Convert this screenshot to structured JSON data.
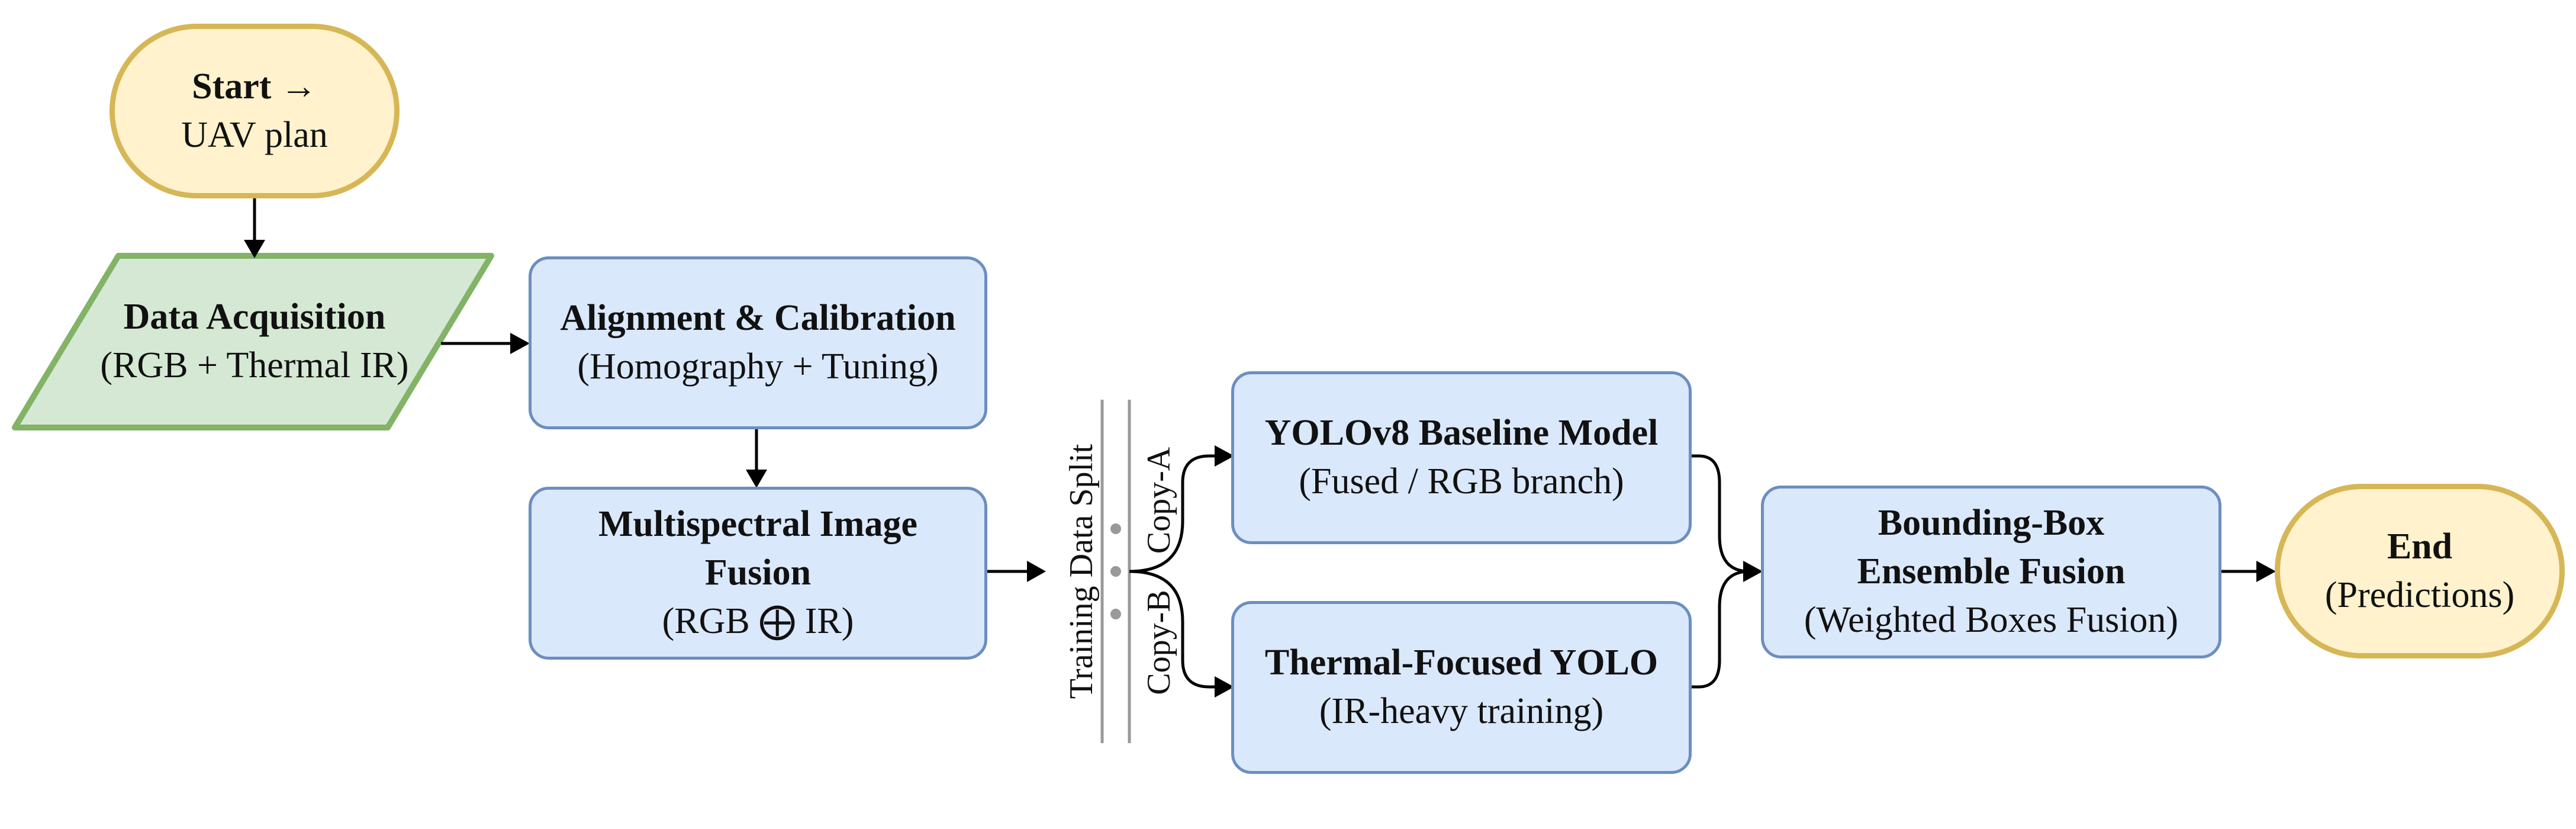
{
  "start": {
    "title": "Start →",
    "sub": "UAV plan"
  },
  "acquisition": {
    "title": "Data Acquisition",
    "sub": "(RGB + Thermal IR)"
  },
  "alignment": {
    "title": "Alignment & Calibration",
    "sub": "(Homography + Tuning)"
  },
  "fusion": {
    "title_line1": "Multispectral Image",
    "title_line2": "Fusion",
    "sub": "(RGB ⨁ IR)"
  },
  "split": {
    "label": "Training Data Split",
    "copy_a": "Copy-A",
    "copy_b": "Copy-B"
  },
  "baseline": {
    "title": "YOLOv8 Baseline Model",
    "sub": "(Fused / RGB branch)"
  },
  "thermal": {
    "title": "Thermal-Focused YOLO",
    "sub": "(IR-heavy training)"
  },
  "ensemble": {
    "title_line1": "Bounding-Box",
    "title_line2": "Ensemble Fusion",
    "sub": "(Weighted Boxes Fusion)"
  },
  "end": {
    "title": "End",
    "sub": "(Predictions)"
  },
  "colors": {
    "process_fill": "#dae8fc",
    "process_stroke": "#6c8ebf",
    "terminal_fill": "#fff2cc",
    "terminal_stroke": "#d6b656",
    "data_fill": "#d5e8d4",
    "data_stroke": "#82b366"
  }
}
